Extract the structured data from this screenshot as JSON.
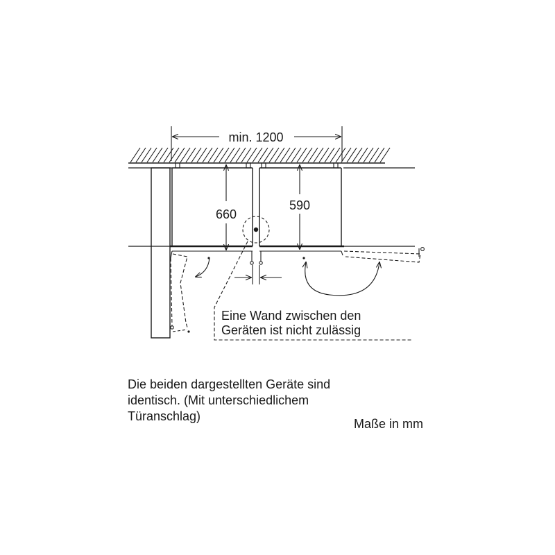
{
  "dimensions": {
    "width_label": "min. 1200",
    "depth_left_label": "660",
    "depth_right_label": "590"
  },
  "callout": {
    "line1": "Eine Wand zwischen den",
    "line2": "Geräten ist nicht zulässig"
  },
  "caption": {
    "line1": "Die beiden dargestellten Geräte sind",
    "line2": "identisch. (Mit unterschiedlichem",
    "line3": "Türanschlag)"
  },
  "units_note": "Maße in mm"
}
